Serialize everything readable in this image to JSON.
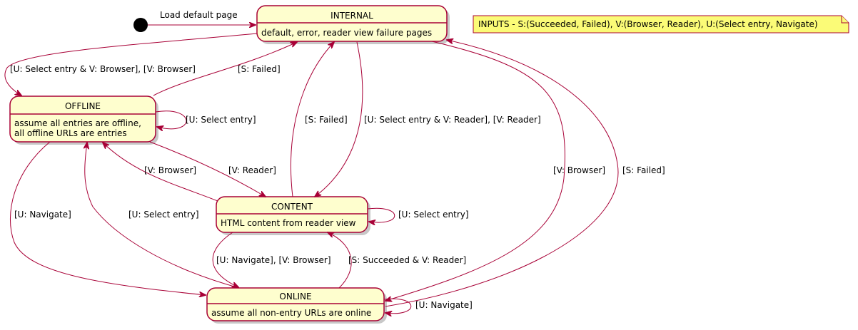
{
  "diagram": {
    "start_label": "Load default page",
    "note": "INPUTS - S:(Succeeded, Failed), V:(Browser, Reader), U:(Select entry, Navigate)",
    "states": {
      "internal": {
        "name": "INTERNAL",
        "desc": [
          "default, error, reader view failure pages"
        ]
      },
      "offline": {
        "name": "OFFLINE",
        "desc": [
          "assume all entries are offline,",
          "all offline URLs are entries"
        ]
      },
      "content": {
        "name": "CONTENT",
        "desc": [
          "HTML content from reader view"
        ]
      },
      "online": {
        "name": "ONLINE",
        "desc": [
          "assume all non-entry URLs are online"
        ]
      }
    },
    "transitions": {
      "internal_to_offline": "[U: Select entry & V: Browser], [V: Browser]",
      "offline_to_internal": "[S: Failed]",
      "offline_self": "[U: Select entry]",
      "content_to_internal": "[S: Failed]",
      "internal_to_content": "[U: Select entry & V: Reader], [V: Reader]",
      "content_to_offline": "[V: Browser]",
      "offline_to_content": "[V: Reader]",
      "internal_to_online": "[V: Browser]",
      "online_to_internal": "[S: Failed]",
      "offline_to_online": "[U: Navigate]",
      "online_to_offline": "[U: Select entry]",
      "content_self": "[U: Select entry]",
      "content_to_online": "[U: Navigate], [V: Browser]",
      "online_to_content": "[S: Succeeded & V: Reader]",
      "online_self": "[U: Navigate]"
    }
  }
}
